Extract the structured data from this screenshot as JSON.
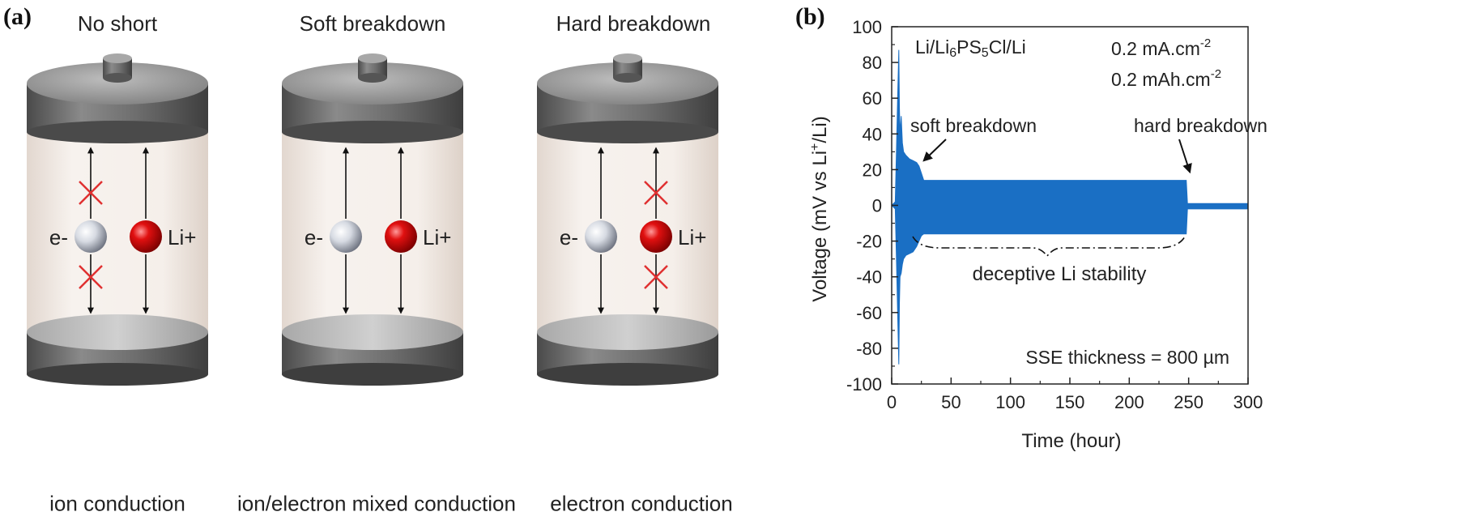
{
  "panel_a": {
    "label": "(a)",
    "cells": [
      {
        "title": "No short",
        "caption": "ion conduction",
        "electron_label": "e-",
        "ion_label": "Li+",
        "electron_blocked": true,
        "ion_blocked": false
      },
      {
        "title": "Soft breakdown",
        "caption": "ion/electron mixed conduction",
        "electron_label": "e-",
        "ion_label": "Li+",
        "electron_blocked": false,
        "ion_blocked": false
      },
      {
        "title": "Hard breakdown",
        "caption": "electron conduction",
        "electron_label": "e-",
        "ion_label": "Li+",
        "electron_blocked": false,
        "ion_blocked": true
      }
    ],
    "colors": {
      "ion": "#cc0000",
      "electron": "#c8ccd4",
      "block_mark": "#e03030",
      "cap": "#6e6e6e"
    }
  },
  "panel_b": {
    "label": "(b)",
    "cell_text": "Li/Li6PS5Cl/Li",
    "current_density": "0.2 mA.cm-2",
    "capacity": "0.2 mAh.cm-2",
    "thickness": "SSE thickness = 800 µm",
    "annotation_soft": "soft breakdown",
    "annotation_hard": "hard breakdown",
    "annotation_stability": "deceptive Li stability"
  },
  "chart_data": {
    "type": "line",
    "xlabel": "Time (hour)",
    "ylabel": "Voltage (mV vs Li+/Li)",
    "xlim": [
      0,
      300
    ],
    "ylim": [
      -100,
      100
    ],
    "xticks": [
      0,
      50,
      100,
      150,
      200,
      250,
      300
    ],
    "yticks": [
      -100,
      -80,
      -60,
      -40,
      -20,
      0,
      20,
      40,
      60,
      80,
      100
    ],
    "grid": false,
    "series_color": "#1a6fc4",
    "series": [
      {
        "envelope_upper": [
          [
            0,
            0
          ],
          [
            3,
            2
          ],
          [
            4,
            30
          ],
          [
            5,
            60
          ],
          [
            6,
            87
          ],
          [
            6.5,
            55
          ],
          [
            7,
            40
          ],
          [
            8,
            50
          ],
          [
            9,
            35
          ],
          [
            10,
            30
          ],
          [
            12,
            28
          ],
          [
            15,
            26
          ],
          [
            18,
            25
          ],
          [
            21,
            24
          ],
          [
            23,
            22
          ],
          [
            25,
            18
          ],
          [
            27,
            14
          ],
          [
            50,
            14
          ],
          [
            100,
            14
          ],
          [
            150,
            14
          ],
          [
            200,
            14
          ],
          [
            240,
            14
          ],
          [
            248,
            14
          ],
          [
            249,
            1
          ],
          [
            300,
            1
          ]
        ],
        "envelope_lower": [
          [
            0,
            0
          ],
          [
            3,
            -2
          ],
          [
            4,
            -30
          ],
          [
            5,
            -60
          ],
          [
            6,
            -89
          ],
          [
            6.5,
            -55
          ],
          [
            7,
            -40
          ],
          [
            8,
            -38
          ],
          [
            9,
            -33
          ],
          [
            10,
            -30
          ],
          [
            12,
            -28
          ],
          [
            15,
            -27
          ],
          [
            18,
            -26
          ],
          [
            21,
            -23
          ],
          [
            23,
            -20
          ],
          [
            25,
            -17
          ],
          [
            27,
            -16
          ],
          [
            50,
            -16
          ],
          [
            100,
            -16
          ],
          [
            150,
            -16
          ],
          [
            200,
            -16
          ],
          [
            240,
            -16
          ],
          [
            248,
            -16
          ],
          [
            249,
            -2
          ],
          [
            300,
            -2
          ]
        ]
      }
    ]
  }
}
